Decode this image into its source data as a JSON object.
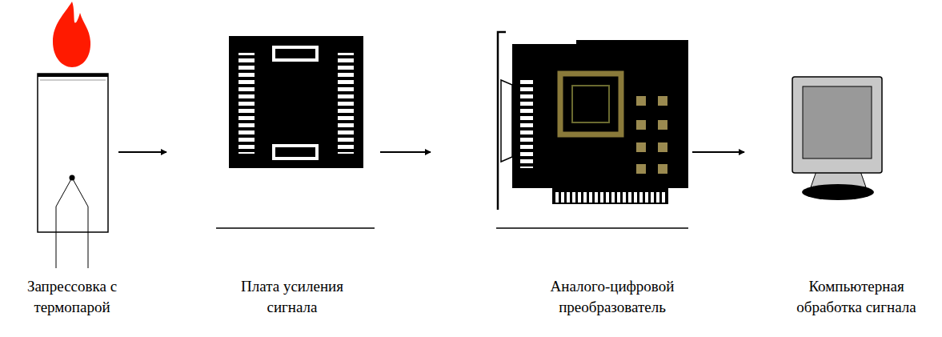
{
  "diagram": {
    "nodes": [
      {
        "text": [
          "Запрессовка с термопарой"
        ]
      },
      {
        "text": [
          "Плата усиления сигнала"
        ]
      },
      {
        "text": [
          "Аналого-цифровой преобразователь"
        ]
      },
      {
        "text": [
          "Компьютерная обработка сигнала"
        ]
      }
    ],
    "edges": [
      {
        "from": 0,
        "to": 1,
        "arrow": "to"
      },
      {
        "from": 1,
        "to": 2,
        "arrow": "to"
      },
      {
        "from": 2,
        "to": 3,
        "arrow": "to"
      }
    ]
  }
}
